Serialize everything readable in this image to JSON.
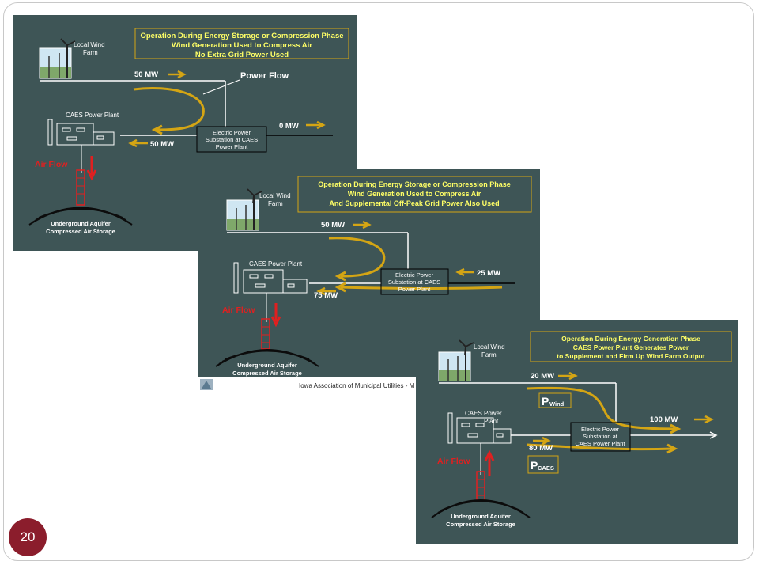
{
  "slide": {
    "page_number": "20"
  },
  "colors": {
    "panel_bg": "#3e5556",
    "title_text": "#ffff66",
    "label_text": "#ffffff",
    "flow_arrow": "#d4a514",
    "air_flow": "#e02020",
    "page_badge": "#8b1d2c"
  },
  "panels": [
    {
      "title_lines": [
        "Operation During Energy Storage or Compression Phase",
        "Wind Generation Used to Compress Air",
        "No Extra Grid Power Used"
      ],
      "wind_farm_label": [
        "Local Wind",
        "Farm"
      ],
      "plant_label": "CAES Power Plant",
      "substation_label": [
        "Electric Power",
        "Substation at CAES",
        "Power Plant"
      ],
      "wind_flow": "50 MW",
      "plant_flow": "50 MW",
      "grid_flow": "0 MW",
      "power_flow_label": "Power Flow",
      "air_flow_label": "Air Flow",
      "storage_label": [
        "Underground Aquifer",
        "Compressed Air Storage"
      ]
    },
    {
      "title_lines": [
        "Operation During Energy Storage or Compression Phase",
        "Wind Generation Used to Compress Air",
        "And Supplemental Off-Peak Grid Power Also Used"
      ],
      "wind_farm_label": [
        "Local Wind",
        "Farm"
      ],
      "plant_label": "CAES Power Plant",
      "substation_label": [
        "Electric Power",
        "Substation at CAES",
        "Power Plant"
      ],
      "wind_flow": "50 MW",
      "plant_flow": "75 MW",
      "grid_flow": "25 MW",
      "air_flow_label": "Air Flow",
      "storage_label": [
        "Underground Aquifer",
        "Compressed Air Storage"
      ],
      "footer": "Iowa Association of Municipal Utilities - M"
    },
    {
      "title_lines": [
        "Operation During Energy Generation Phase",
        "CAES Power Plant Generates Power",
        "to Supplement and Firm Up Wind Farm Output"
      ],
      "wind_farm_label": [
        "Local Wind",
        "Farm"
      ],
      "plant_label": [
        "CAES Power",
        "Plant"
      ],
      "substation_label": [
        "Electric Power",
        "Substation at",
        "CAES Power Plant"
      ],
      "wind_flow": "20 MW",
      "plant_flow": "80 MW",
      "grid_flow": "100 MW",
      "p_wind": {
        "main": "P",
        "sub": "Wind"
      },
      "p_caes": {
        "main": "P",
        "sub": "CAES"
      },
      "air_flow_label": "Air Flow",
      "storage_label": [
        "Underground Aquifer",
        "Compressed Air Storage"
      ]
    }
  ]
}
